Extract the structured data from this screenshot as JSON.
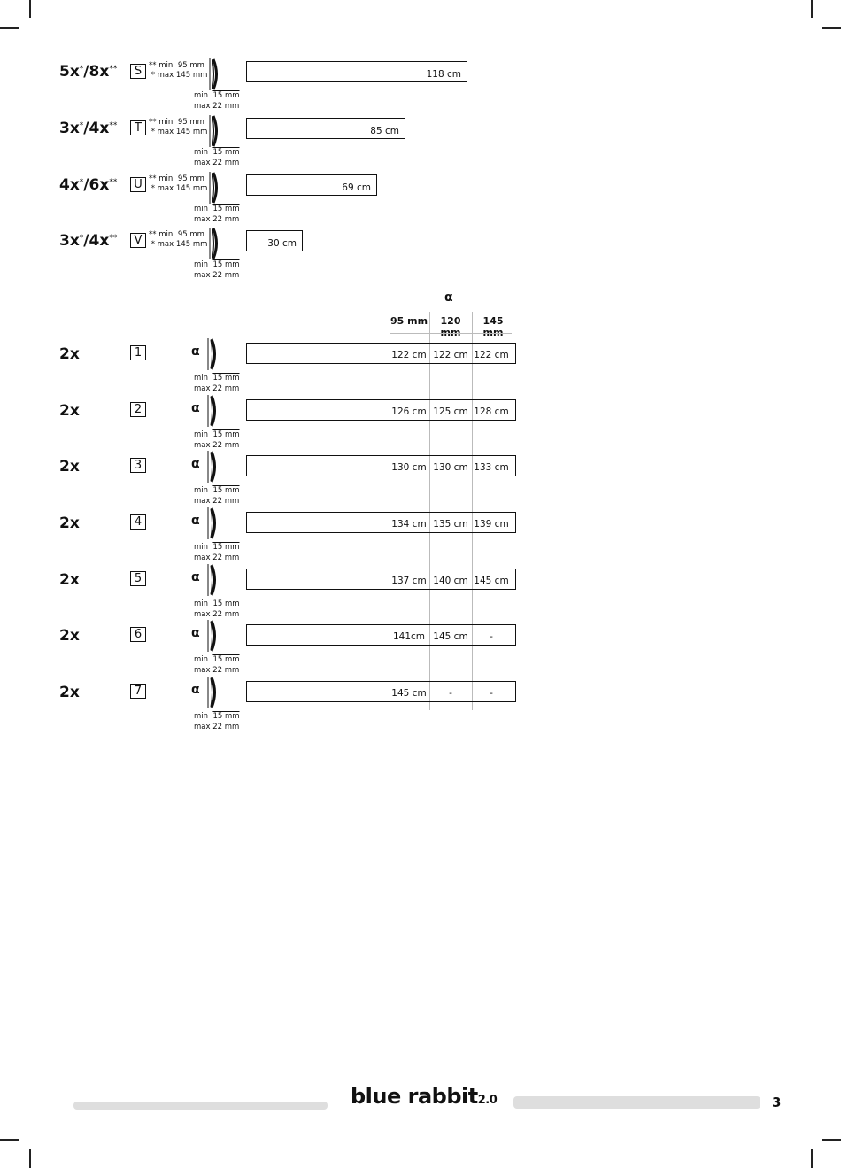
{
  "part_groups": [
    {
      "qty": "5x",
      "qty_mark1": "*",
      "sep": "/",
      "qty2": "8x",
      "qty_mark2": "**",
      "letter": "S",
      "length": "118 cm"
    },
    {
      "qty": "3x",
      "qty_mark1": "*",
      "sep": "/",
      "qty2": "4x",
      "qty_mark2": "**",
      "letter": "T",
      "length": "85 cm"
    },
    {
      "qty": "4x",
      "qty_mark1": "*",
      "sep": "/",
      "qty2": "6x",
      "qty_mark2": "**",
      "letter": "U",
      "length": "69 cm"
    },
    {
      "qty": "3x",
      "qty_mark1": "*",
      "sep": "/",
      "qty2": "4x",
      "qty_mark2": "**",
      "letter": "V",
      "length": "30 cm"
    }
  ],
  "width_notes": {
    "line1_mark": "** min",
    "line1_val": "95 mm",
    "line2_mark": "* max",
    "line2_val": "145 mm"
  },
  "thickness": {
    "min_label": "min",
    "min_val": "15 mm",
    "max_label": "max",
    "max_val": "22 mm"
  },
  "table": {
    "alpha_symbol": "α",
    "col_headers": [
      "95 mm",
      "120 mm",
      "145 mm"
    ],
    "rows": [
      {
        "qty": "2x",
        "num": "1",
        "alpha": "α",
        "cells": [
          "122 cm",
          "122 cm",
          "122 cm"
        ]
      },
      {
        "qty": "2x",
        "num": "2",
        "alpha": "α",
        "cells": [
          "126 cm",
          "125 cm",
          "128 cm"
        ]
      },
      {
        "qty": "2x",
        "num": "3",
        "alpha": "α",
        "cells": [
          "130 cm",
          "130 cm",
          "133 cm"
        ]
      },
      {
        "qty": "2x",
        "num": "4",
        "alpha": "α",
        "cells": [
          "134 cm",
          "135 cm",
          "139 cm"
        ]
      },
      {
        "qty": "2x",
        "num": "5",
        "alpha": "α",
        "cells": [
          "137 cm",
          "140 cm",
          "145 cm"
        ]
      },
      {
        "qty": "2x",
        "num": "6",
        "alpha": "α",
        "cells": [
          "141cm",
          "145 cm",
          "-"
        ]
      },
      {
        "qty": "2x",
        "num": "7",
        "alpha": "α",
        "cells": [
          "145 cm",
          "-",
          "-"
        ]
      }
    ]
  },
  "footer": {
    "brand": "blue rabbit",
    "version": "2.0",
    "page_number": "3"
  }
}
